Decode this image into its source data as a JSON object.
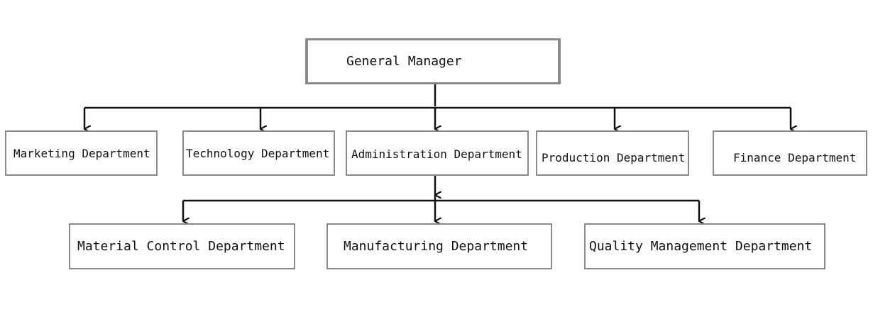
{
  "chart": {
    "root": {
      "label": "General Manager"
    },
    "departments": [
      {
        "label": "Marketing Department"
      },
      {
        "label": "Technology Department"
      },
      {
        "label": "Administration Department"
      },
      {
        "label": "Production Department"
      },
      {
        "label": "Finance Department"
      }
    ],
    "sub_departments": {
      "parent": "Administration Department",
      "items": [
        {
          "label": "Material Control Department"
        },
        {
          "label": "Manufacturing Department"
        },
        {
          "label": "Quality Management Department"
        }
      ]
    }
  },
  "colors": {
    "line": "#111111",
    "border": "#8a8a8a",
    "text": "#111111"
  }
}
